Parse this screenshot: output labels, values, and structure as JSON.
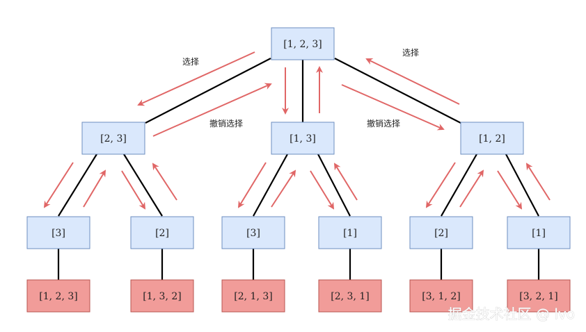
{
  "colors": {
    "inner_fill": "#dae8fc",
    "inner_stroke": "#6c8ebf",
    "leaf_fill": "#f19c99",
    "leaf_stroke": "#b85450",
    "arrow": "#e06666",
    "edge": "#000000"
  },
  "nodes": {
    "root": "[1, 2, 3]",
    "l1_a": "[2, 3]",
    "l1_b": "[1, 3]",
    "l1_c": "[1, 2]",
    "l2_a": "[3]",
    "l2_b": "[2]",
    "l2_c": "[3]",
    "l2_d": "[1]",
    "l2_e": "[2]",
    "l2_f": "[1]",
    "leaf_a": "[1, 2, 3]",
    "leaf_b": "[1, 3, 2]",
    "leaf_c": "[2, 1, 3]",
    "leaf_d": "[2, 3, 1]",
    "leaf_e": "[3, 1, 2]",
    "leaf_f": "[3, 2, 1]"
  },
  "labels": {
    "choose_left": "选择",
    "undo_left": "撤销选择",
    "undo_right": "撤销选择",
    "choose_right": "选择"
  },
  "watermark": "掘金技术社区 @ lvo"
}
